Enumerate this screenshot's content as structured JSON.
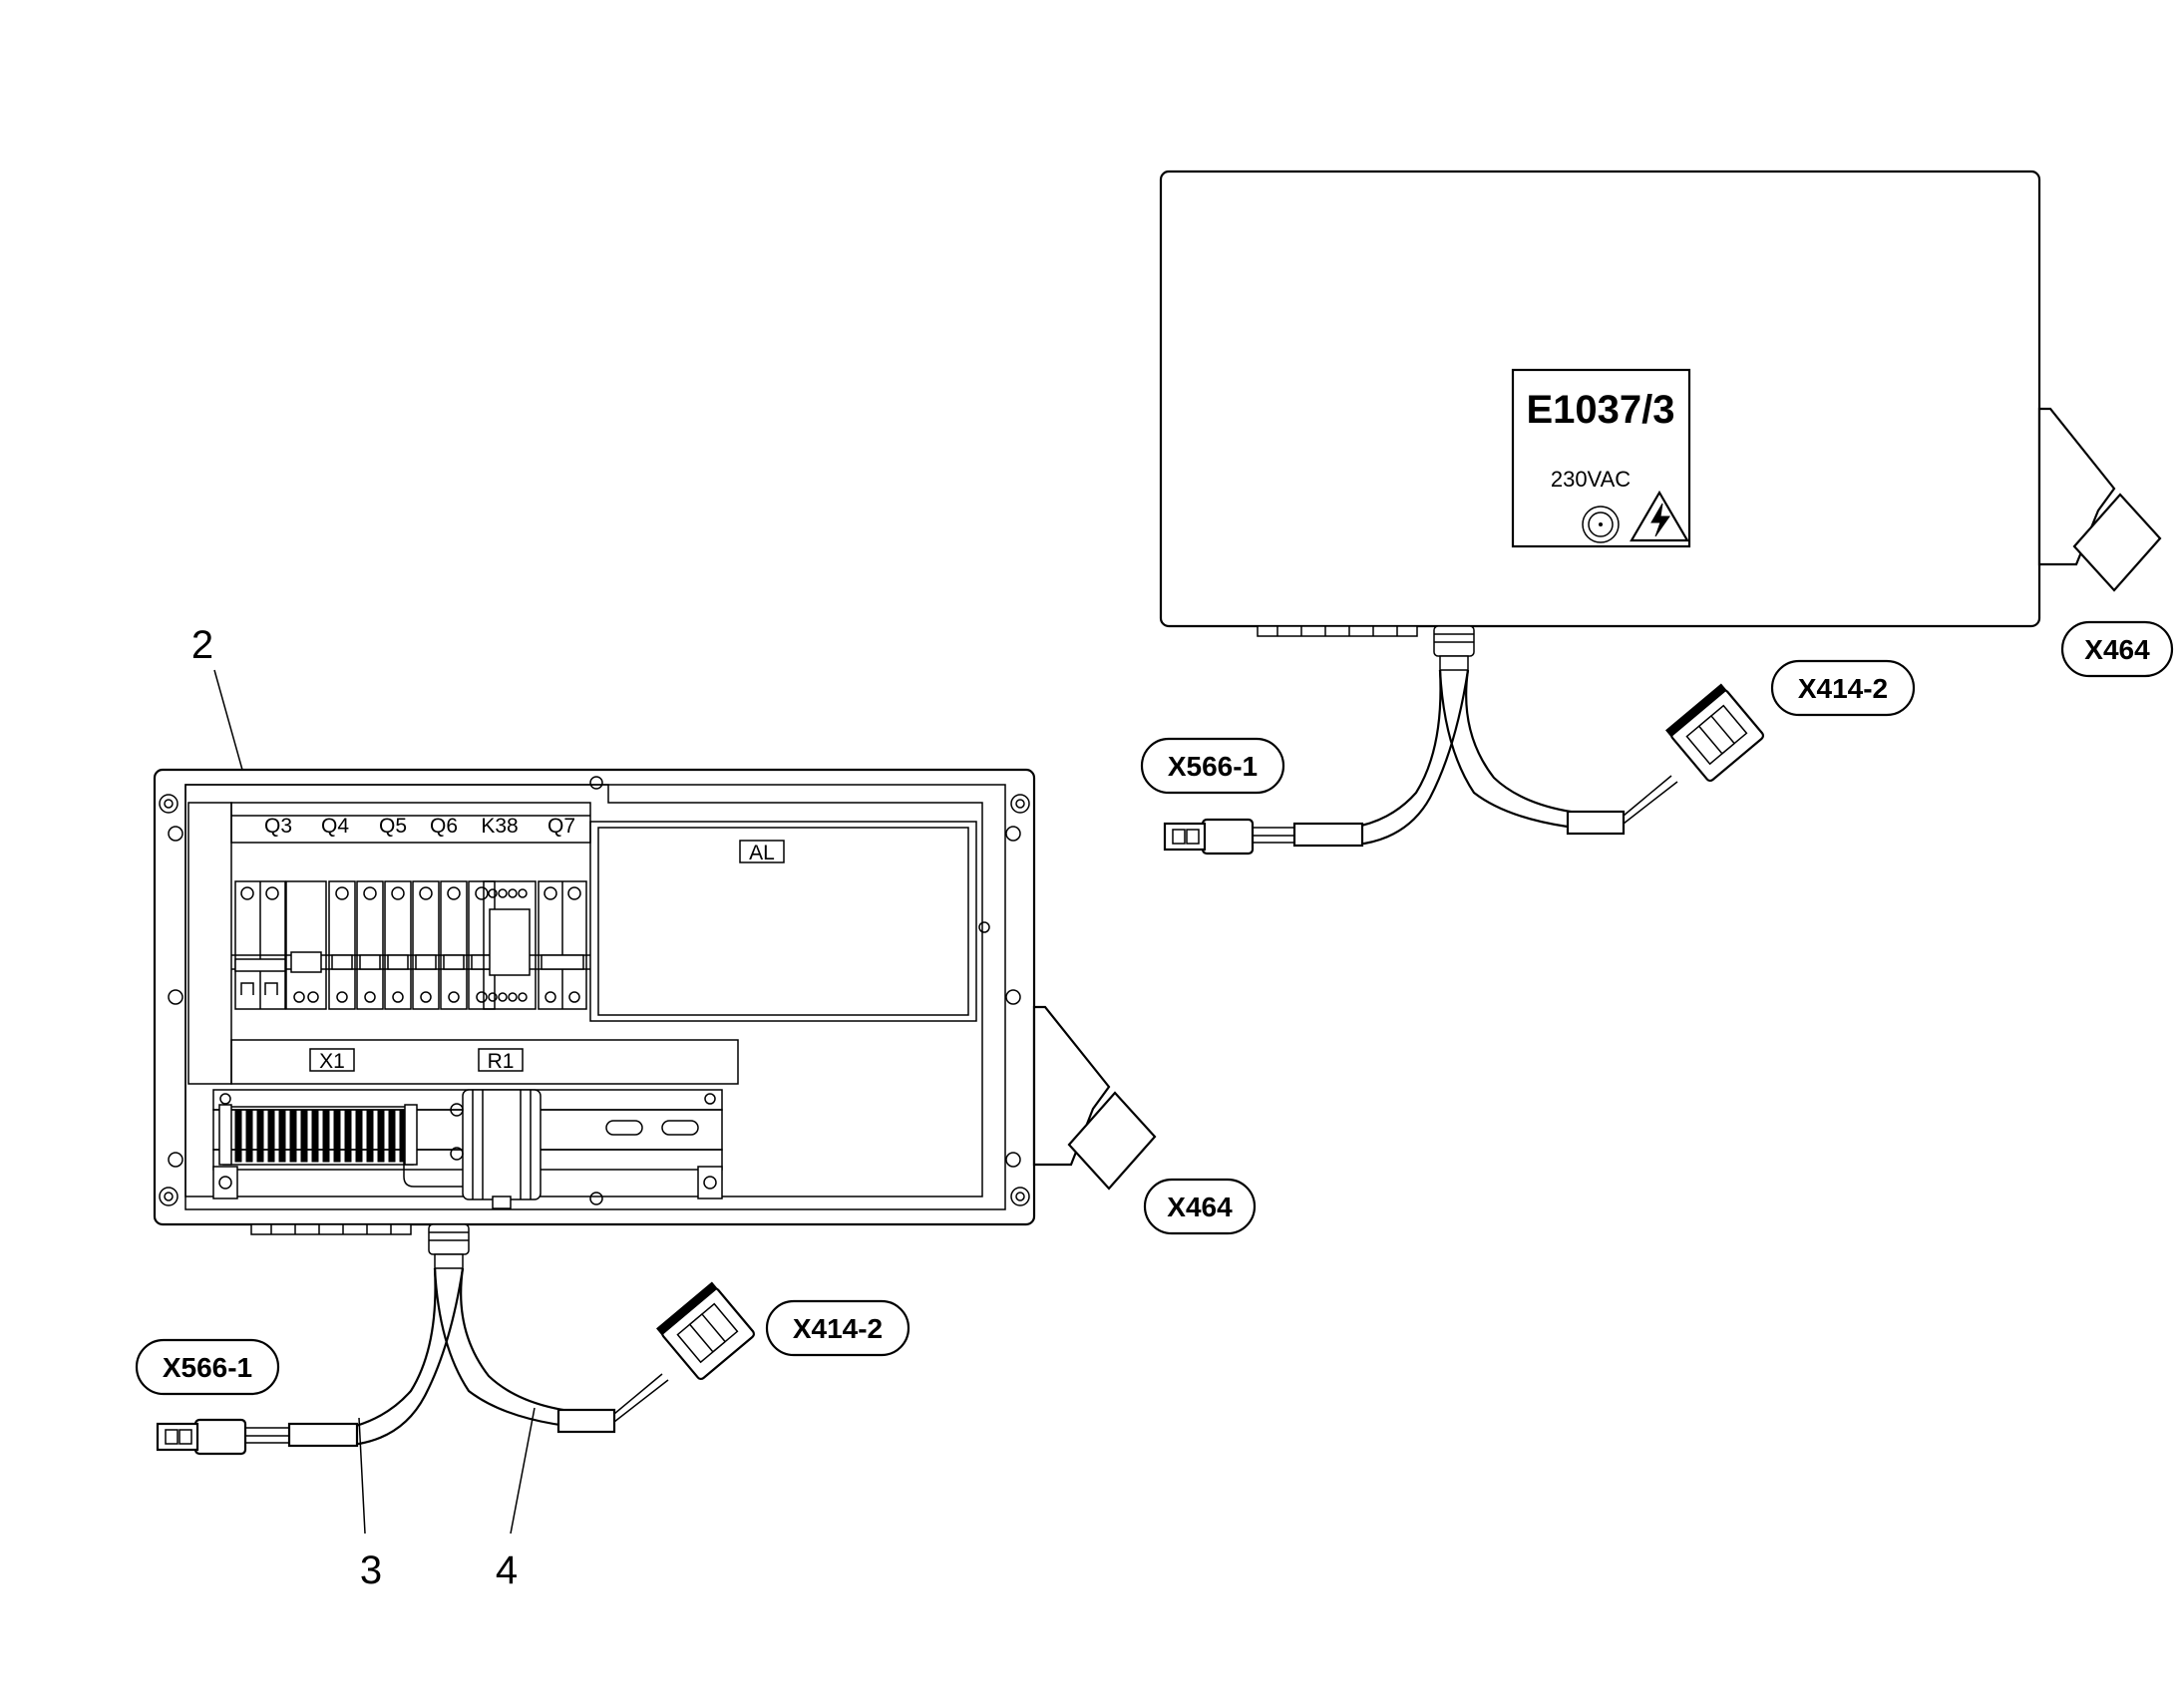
{
  "left_view": {
    "item_labels": [
      "2",
      "3",
      "4"
    ],
    "device_labels": [
      "Q3",
      "Q4",
      "Q5",
      "Q6",
      "K38",
      "Q7"
    ],
    "module_label": "AL",
    "terminal_label": "X1",
    "relay_label": "R1",
    "connector_tags": {
      "plug_left": "X566-1",
      "plug_right": "X414-2",
      "side": "X464"
    }
  },
  "right_view": {
    "nameplate": {
      "title": "E1037/3",
      "voltage": "230VAC",
      "icon": "high-voltage-warning-icon"
    },
    "connector_tags": {
      "plug_left": "X566-1",
      "plug_right": "X414-2",
      "side": "X464"
    }
  },
  "colors": {
    "line": "#000000",
    "background": "#ffffff"
  }
}
